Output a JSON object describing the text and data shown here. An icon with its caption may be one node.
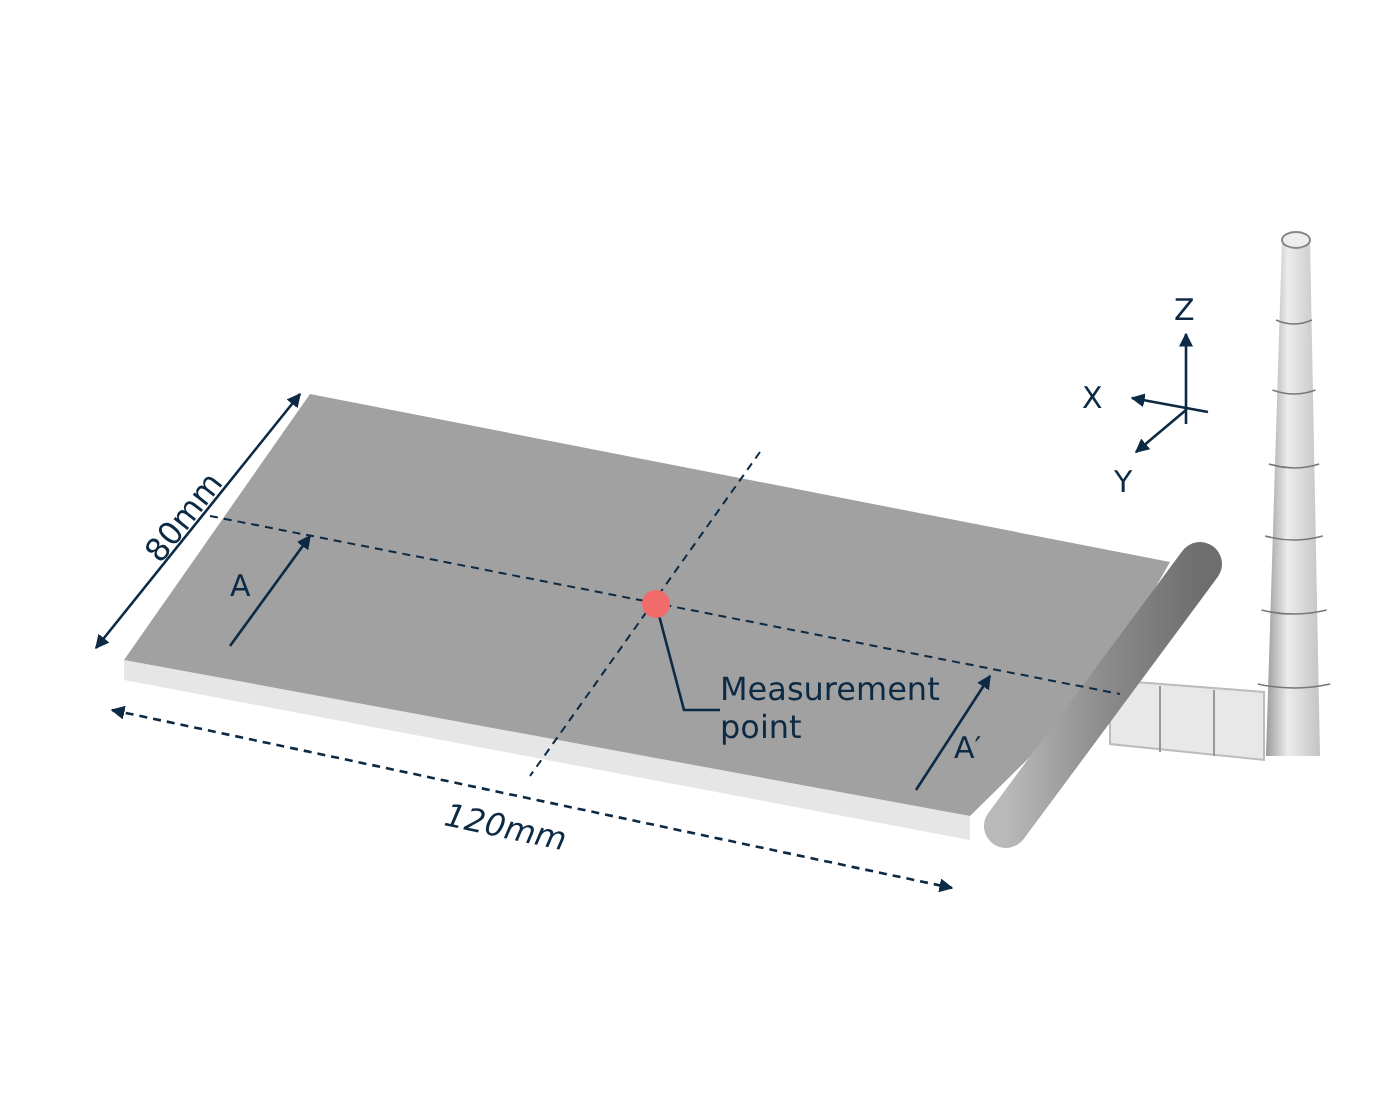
{
  "diagram": {
    "nodes": [
      {
        "text": [
          "Measurement point"
        ]
      },
      {
        "text": [],
        "shape": "circle"
      }
    ],
    "edges": [
      {
        "from": 0,
        "to": 1,
        "arrow": "none"
      }
    ],
    "labels": [
      "Z",
      "X",
      "Y",
      "80mm",
      "A",
      "A′",
      "120mm"
    ]
  }
}
